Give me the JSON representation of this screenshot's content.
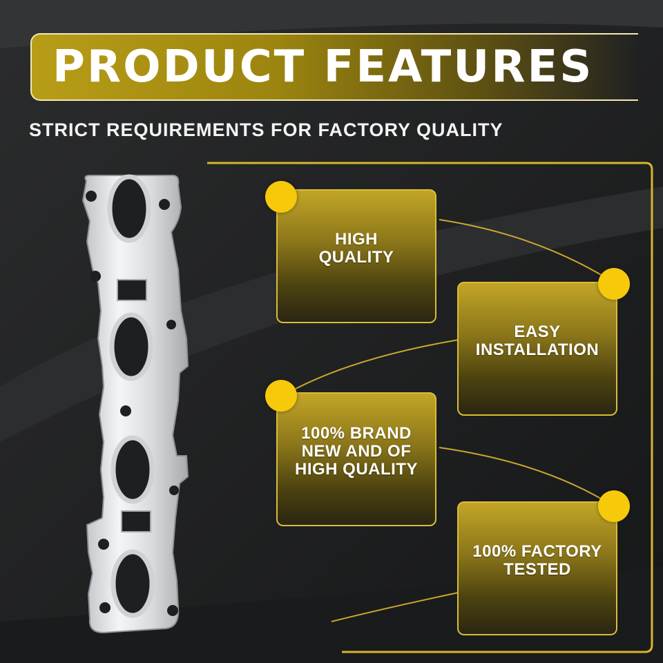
{
  "title": "PRODUCT FEATURES",
  "subtitle": "STRICT REQUIREMENTS FOR FACTORY QUALITY",
  "colors": {
    "background": "#1f2021",
    "accent_gold": "#c2a526",
    "dot_yellow": "#f7c90b",
    "frame_gold": "#d8b62a",
    "text_white": "#ffffff"
  },
  "product": {
    "icon": "exhaust-manifold-gasket-icon"
  },
  "features": [
    {
      "label": "HIGH QUALITY"
    },
    {
      "label": "EASY INSTALLATION"
    },
    {
      "label": "100% BRAND NEW AND OF HIGH QUALITY"
    },
    {
      "label": "100% FACTORY TESTED"
    }
  ]
}
